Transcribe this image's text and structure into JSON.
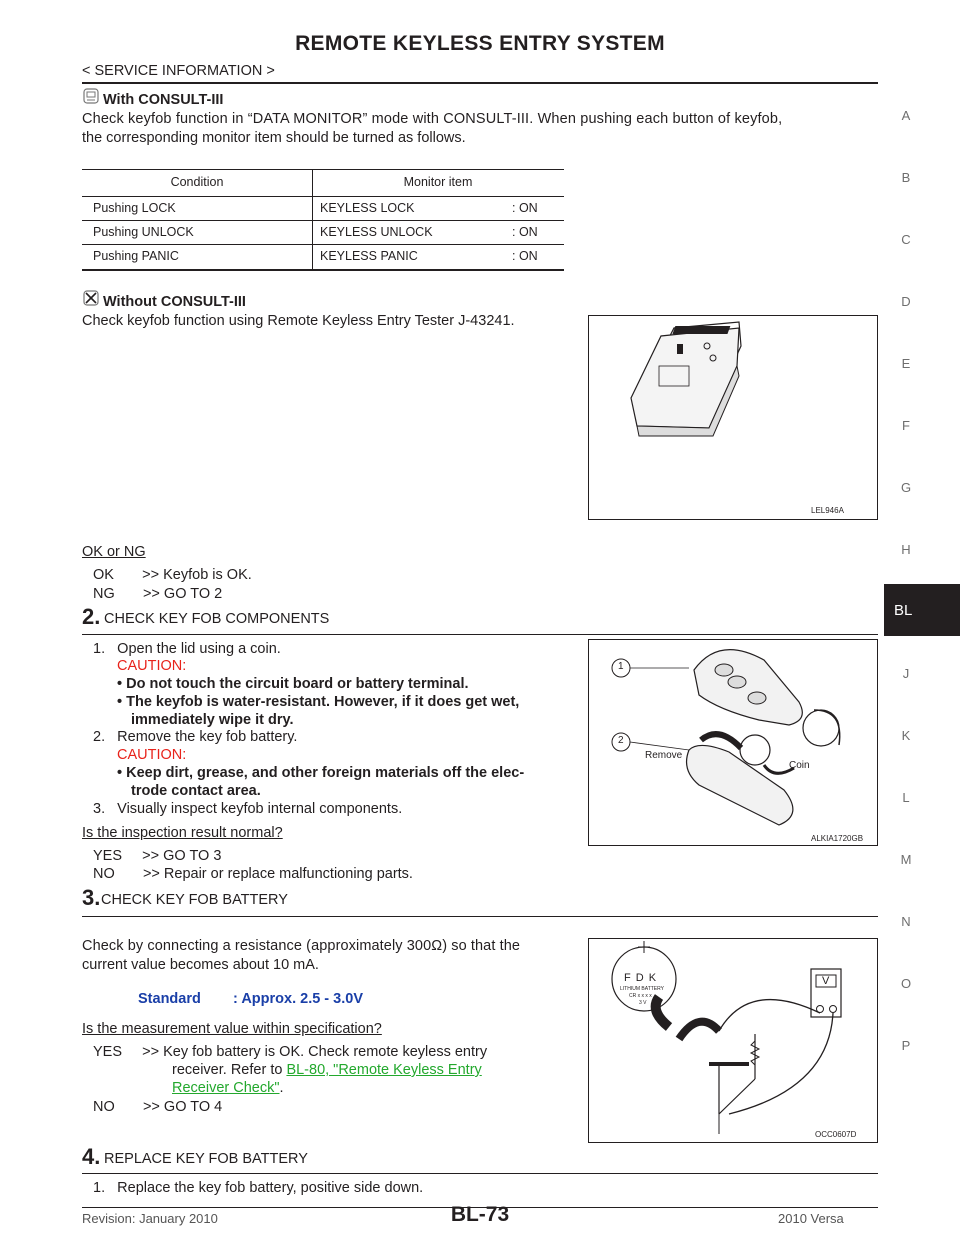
{
  "header": {
    "title": "REMOTE KEYLESS ENTRY SYSTEM",
    "breadcrumb": "< SERVICE INFORMATION >"
  },
  "sidebar": {
    "letters": [
      "A",
      "B",
      "C",
      "D",
      "E",
      "F",
      "G",
      "H",
      "BL",
      "J",
      "K",
      "L",
      "M",
      "N",
      "O",
      "P"
    ],
    "active": "BL"
  },
  "with_consult": {
    "heading": "With CONSULT-III",
    "text_line1": "Check keyfob function in “DATA MONITOR” mode with CONSULT-III. When pushing each button of keyfob,",
    "text_line2": "the corresponding monitor item should be turned as follows."
  },
  "monitor_table": {
    "headers": [
      "Condition",
      "Monitor item"
    ],
    "rows": [
      {
        "condition": "Pushing LOCK",
        "item": "KEYLESS LOCK",
        "value": ": ON"
      },
      {
        "condition": "Pushing UNLOCK",
        "item": "KEYLESS UNLOCK",
        "value": ": ON"
      },
      {
        "condition": "Pushing PANIC",
        "item": "KEYLESS PANIC",
        "value": ": ON"
      }
    ]
  },
  "without_consult": {
    "heading": "Without CONSULT-III",
    "text": "Check keyfob function using Remote Keyless Entry Tester J-43241.",
    "fig_code": "LEL946A"
  },
  "ok_ng": {
    "label": "OK or NG",
    "ok": "OK       >> Keyfob is OK.",
    "ng": "NG       >> GO TO 2"
  },
  "step2": {
    "number": "2.",
    "title": "CHECK KEY FOB COMPONENTS",
    "item1": "1.   Open the lid using a coin.",
    "caution1": "CAUTION:",
    "bullet1": "•  Do not touch the circuit board or battery terminal.",
    "bullet2a": "•  The keyfob is water-resistant. However, if it does get wet,",
    "bullet2b": "immediately wipe it dry.",
    "item2": "2.   Remove the key fob battery.",
    "caution2": "CAUTION:",
    "bullet3a": "•  Keep dirt, grease, and other foreign materials off the elec-",
    "bullet3b": "trode contact area.",
    "item3": "3.   Visually inspect keyfob internal components.",
    "question": "Is the inspection result normal?",
    "yes": "YES     >> GO TO 3",
    "no": "NO       >> Repair or replace malfunctioning parts.",
    "fig_code": "ALKIA1720GB",
    "fig_label1": "1",
    "fig_label2": "2",
    "fig_remove": "Remove",
    "fig_coin": "Coin"
  },
  "step3": {
    "number": "3.",
    "title": "CHECK KEY FOB BATTERY",
    "text_line1": "Check by connecting a resistance (approximately 300Ω) so that the",
    "text_line2": "current value becomes about 10 mA.",
    "standard_label": "Standard",
    "standard_value": ": Approx. 2.5 - 3.0V",
    "question": "Is the measurement value within specification?",
    "yes_line1": "YES     >> Key fob battery is OK. Check remote keyless entry",
    "yes_line2_prefix": "receiver. Refer to ",
    "yes_link1": "BL-80, \"Remote Keyless Entry",
    "yes_link2": "Receiver Check\"",
    "yes_line3_suffix": ".",
    "no": "NO       >> GO TO 4",
    "fig_code": "OCC0607D",
    "fig_battery_brand": "F D K",
    "fig_battery_type": "LITHIUM BATTERY",
    "fig_battery_model": "CR x x x x",
    "fig_battery_volt": "3 V",
    "fig_meter": "V"
  },
  "step4": {
    "number": "4.",
    "title": "REPLACE KEY FOB BATTERY",
    "item1": "1.   Replace the key fob battery, positive side down."
  },
  "footer": {
    "revision": "Revision: January 2010",
    "page": "BL-73",
    "model": "2010 Versa"
  },
  "colors": {
    "caution": "#e8231b",
    "link": "#23a82d",
    "standard": "#1a3fa8"
  }
}
